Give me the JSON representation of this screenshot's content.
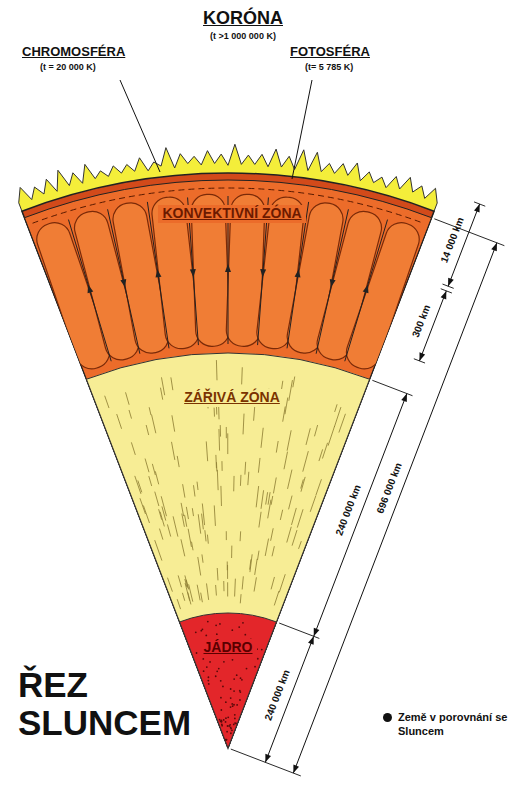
{
  "diagram": {
    "title": "ŘEZ SLUNCEM",
    "nodes": [
      {
        "text": [
          "KONVEKTIVNÍ ZÓNA"
        ]
      },
      {
        "text": [
          "ZÁŘIVÁ ZÓNA"
        ]
      },
      {
        "text": [
          "JÁDRO"
        ]
      }
    ],
    "labels": [
      "KORÓNA",
      "(t >1 000 000 K)",
      "CHROMOSFÉRA",
      "(t = 20 000 K)",
      "FOTOSFÉRA",
      "(t= 5 785 K)",
      "14 000 km",
      "300 km",
      "240 000 km",
      "696 000 km",
      "240 000 km"
    ],
    "legend": [
      {
        "text": "Země v porovnání se Sluncem"
      }
    ]
  }
}
